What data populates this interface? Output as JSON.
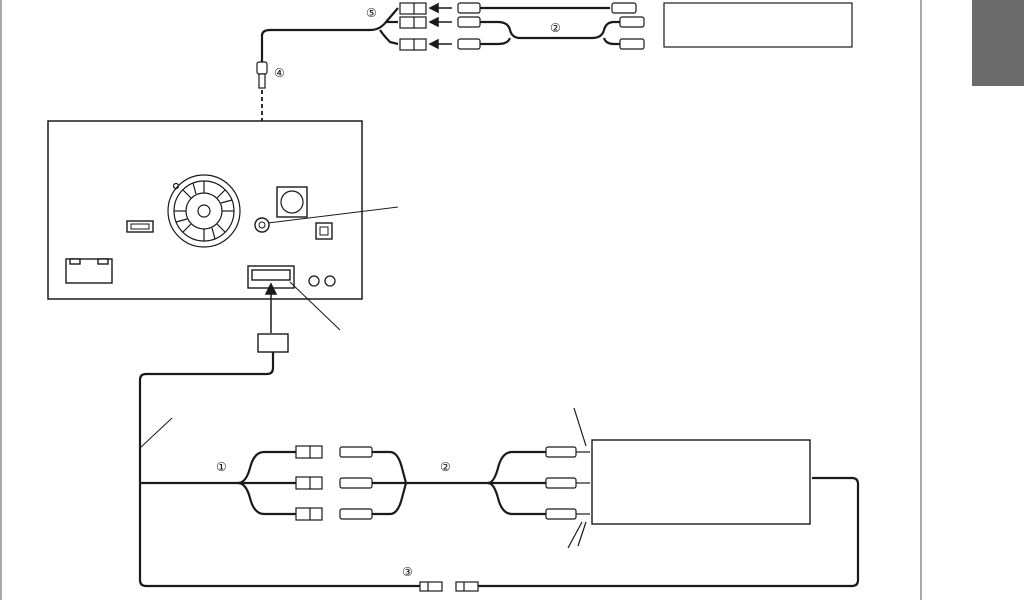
{
  "callouts": {
    "c1": "①",
    "c2_top": "②",
    "c2_bottom": "②",
    "c3": "③",
    "c4": "④",
    "c5": "⑤"
  },
  "colors": {
    "line": "#1a1a1a",
    "frame": "#555555",
    "page_tab": "#6b6b6b",
    "connector_fill": "#ffffff"
  }
}
